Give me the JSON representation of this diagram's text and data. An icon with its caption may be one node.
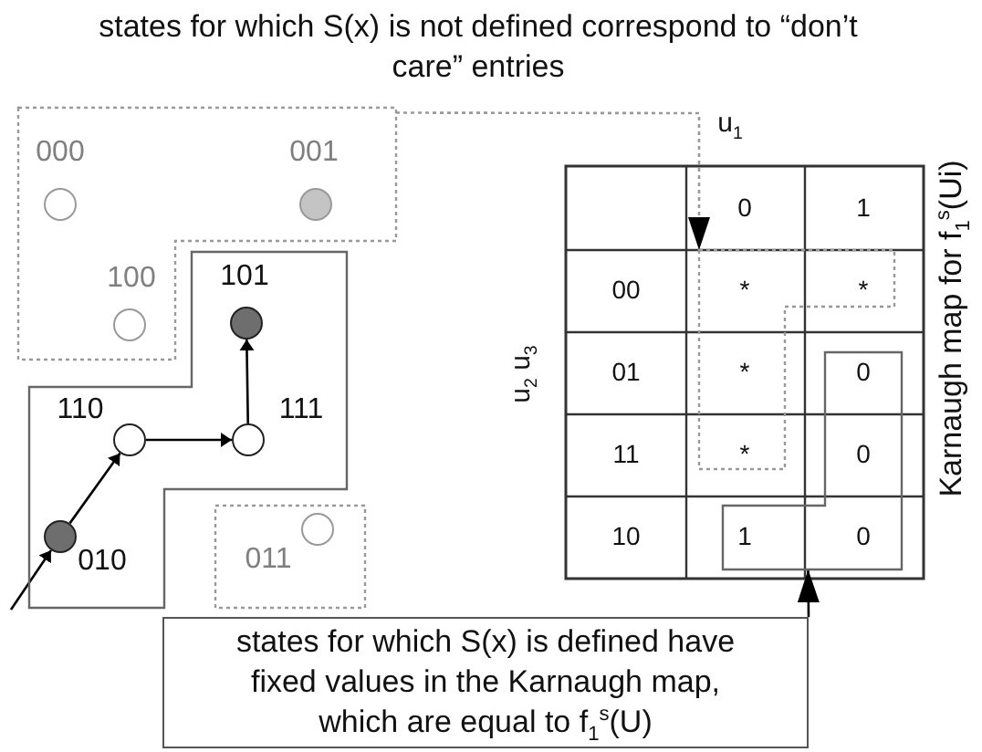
{
  "diagram": {
    "nodes": [
      {
        "text": [],
        "shape": "box"
      },
      {
        "text": [],
        "shape": "circle",
        "in": 0,
        "beside": [
          "000"
        ]
      },
      {
        "text": [],
        "shape": "circle",
        "in": 0,
        "beside": [
          "001"
        ]
      },
      {
        "text": [],
        "shape": "circle",
        "in": 0,
        "beside": [
          "100"
        ]
      },
      {
        "text": [],
        "shape": "box"
      },
      {
        "text": [],
        "shape": "circle",
        "in": 4,
        "beside": [
          "101"
        ]
      },
      {
        "text": [],
        "shape": "circle",
        "in": 4,
        "beside": [
          "110"
        ]
      },
      {
        "text": [],
        "shape": "circle",
        "in": 4,
        "beside": [
          "111"
        ]
      },
      {
        "text": [],
        "shape": "circle",
        "in": 4,
        "beside": [
          "010"
        ]
      },
      {
        "text": [],
        "shape": "box"
      },
      {
        "text": [],
        "shape": "circle",
        "in": 9,
        "beside": [
          "011"
        ]
      },
      {
        "text": [
          "states for which S(x) is defined have fixed values in the Karnaugh map, which are equal to f$_{1}$$^{s}$(U)"
        ]
      },
      {
        "text": [],
        "shape": "box"
      },
      {
        "text": [],
        "shape": "box"
      }
    ],
    "edges": [
      {
        "from": null,
        "to": 8,
        "arrow": "to"
      },
      {
        "from": 8,
        "to": 6,
        "arrow": "to"
      },
      {
        "from": 6,
        "to": 7,
        "arrow": "to"
      },
      {
        "from": 7,
        "to": 5,
        "arrow": "to"
      },
      {
        "from": 0,
        "to": 12,
        "arrow": "to",
        "style": "dashed",
        "color": "#999999"
      },
      {
        "from": 11,
        "to": 13,
        "arrow": "to"
      }
    ],
    "labels": [
      "states for which S(x) is not defined correspond to “don’t care” entries",
      "u$_{1}$",
      "0",
      "1",
      "00",
      "*",
      "*",
      "01",
      "*",
      "0",
      "11",
      "*",
      "0",
      "10",
      "1",
      "0",
      "u$_{2}$ u$_{3}$",
      "Karnaugh map for f$_{1}$$^{s}$(Ui)"
    ]
  }
}
